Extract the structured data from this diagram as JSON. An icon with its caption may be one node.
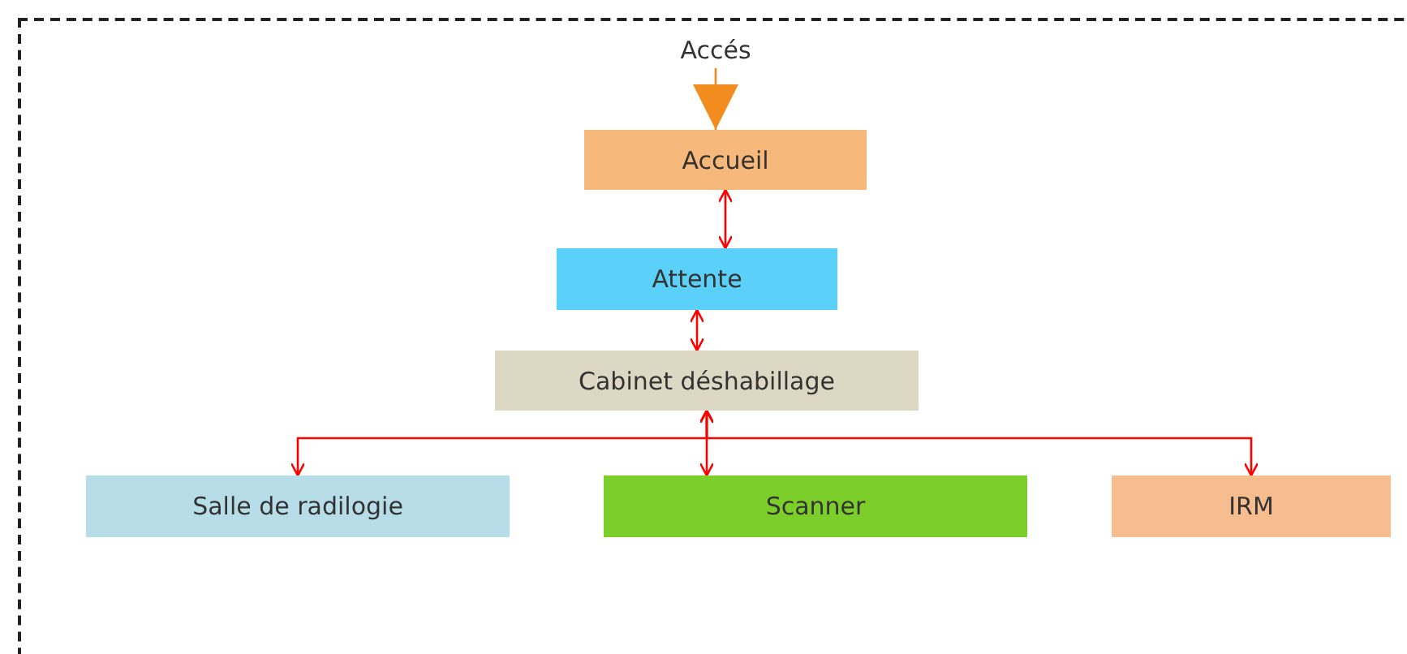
{
  "diagram": {
    "nodes": [
      {
        "text": [
          "Accés"
        ]
      },
      {
        "text": [
          "Accueil"
        ]
      },
      {
        "text": [
          "Attente"
        ]
      },
      {
        "text": [
          "Cabinet déshabillage"
        ]
      },
      {
        "text": [
          "Salle de radilogie"
        ]
      },
      {
        "text": [
          "Scanner"
        ]
      },
      {
        "text": [
          "IRM"
        ]
      }
    ],
    "edges": [
      {
        "from": 0,
        "to": 1,
        "arrow": "to",
        "color": "#f28c1e"
      },
      {
        "from": 1,
        "to": 2,
        "arrow": "both"
      },
      {
        "from": 2,
        "to": 3,
        "arrow": "both"
      },
      {
        "from": 3,
        "to": 4,
        "arrow": "both"
      },
      {
        "from": 3,
        "to": 5,
        "arrow": "both"
      },
      {
        "from": 3,
        "to": 6,
        "arrow": "both"
      }
    ]
  }
}
